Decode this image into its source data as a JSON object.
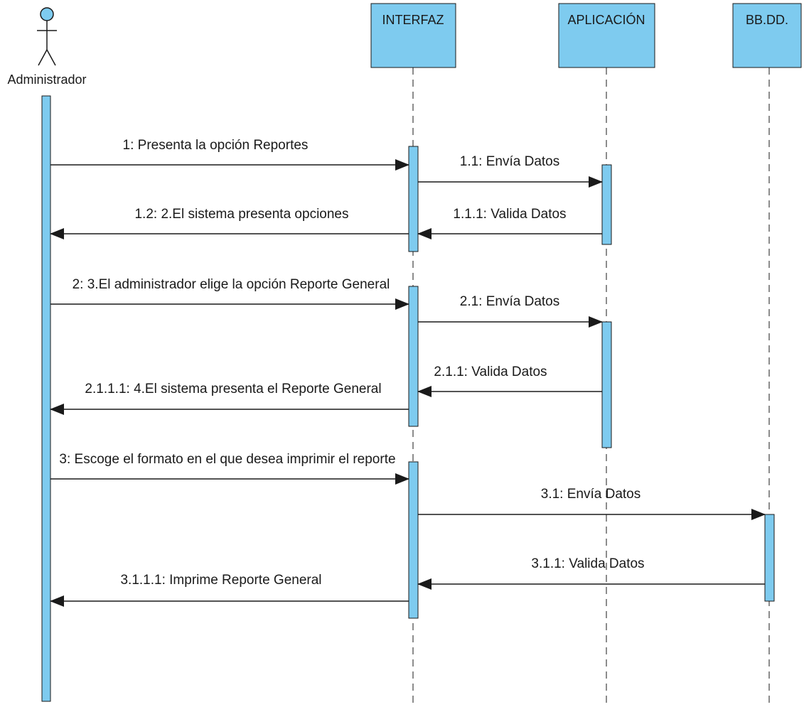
{
  "diagram": {
    "type": "sequence",
    "colors": {
      "box_fill": "#7ecbef",
      "line": "#1a1a1a"
    },
    "actor": {
      "name": "Administrador"
    },
    "participants": [
      {
        "id": "interfaz",
        "name": "INTERFAZ"
      },
      {
        "id": "aplicacion",
        "name": "APLICACIÓN"
      },
      {
        "id": "bbdd",
        "name": "BB.DD."
      }
    ],
    "messages": [
      {
        "id": "m1",
        "label": "1: Presenta la opción Reportes",
        "from": "Administrador",
        "to": "INTERFAZ"
      },
      {
        "id": "m1_1",
        "label": "1.1: Envía Datos",
        "from": "INTERFAZ",
        "to": "APLICACIÓN"
      },
      {
        "id": "m1_1_1",
        "label": "1.1.1: Valida Datos",
        "from": "APLICACIÓN",
        "to": "INTERFAZ"
      },
      {
        "id": "m1_2",
        "label": "1.2: 2.El sistema presenta opciones",
        "from": "INTERFAZ",
        "to": "Administrador"
      },
      {
        "id": "m2",
        "label": "2: 3.El administrador elige la opción Reporte General",
        "from": "Administrador",
        "to": "INTERFAZ"
      },
      {
        "id": "m2_1",
        "label": "2.1: Envía Datos",
        "from": "INTERFAZ",
        "to": "APLICACIÓN"
      },
      {
        "id": "m2_1_1",
        "label": "2.1.1: Valida Datos",
        "from": "APLICACIÓN",
        "to": "INTERFAZ"
      },
      {
        "id": "m2_1_1_1",
        "label": "2.1.1.1: 4.El sistema presenta el Reporte General",
        "from": "INTERFAZ",
        "to": "Administrador"
      },
      {
        "id": "m3",
        "label": "3: Escoge el formato en el que desea imprimir el reporte",
        "from": "Administrador",
        "to": "INTERFAZ"
      },
      {
        "id": "m3_1",
        "label": "3.1: Envía Datos",
        "from": "INTERFAZ",
        "to": "BB.DD."
      },
      {
        "id": "m3_1_1",
        "label": "3.1.1: Valida Datos",
        "from": "BB.DD.",
        "to": "INTERFAZ"
      },
      {
        "id": "m3_1_1_1",
        "label": "3.1.1.1: Imprime Reporte General",
        "from": "INTERFAZ",
        "to": "Administrador"
      }
    ]
  }
}
